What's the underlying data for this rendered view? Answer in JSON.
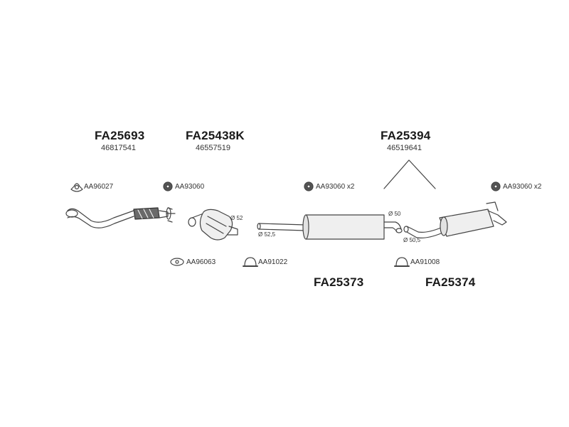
{
  "assemblies": [
    {
      "code": "FA25693",
      "oe": "46817541"
    },
    {
      "code": "FA25438K",
      "oe": "46557519"
    },
    {
      "code": "FA25394",
      "oe": "46519641"
    }
  ],
  "mufflers": [
    {
      "code": "FA25373"
    },
    {
      "code": "FA25374"
    }
  ],
  "accessories": {
    "a1": "AA96027",
    "a2": "AA93060",
    "a3": "AA93060 x2",
    "a4": "AA93060 x2",
    "a5": "AA96063",
    "a6": "AA91022",
    "a7": "AA91008"
  },
  "diameters": {
    "d52": "Ø 52",
    "d525": "Ø 52,5",
    "d50": "Ø 50",
    "d505": "Ø 50,5"
  }
}
